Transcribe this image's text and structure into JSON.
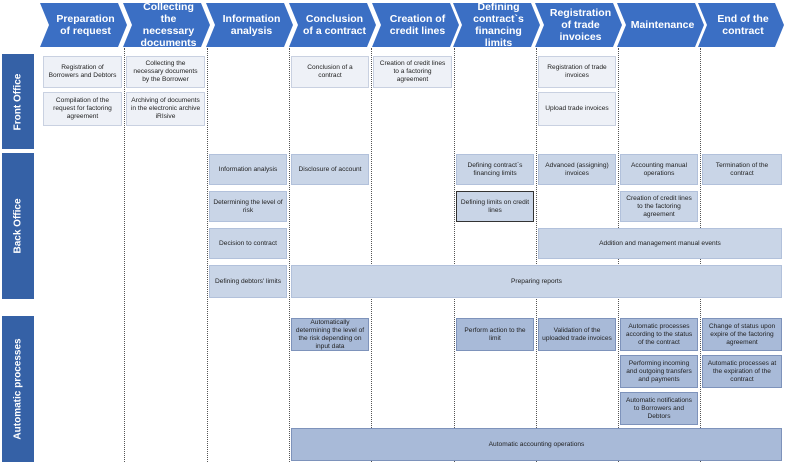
{
  "stages": [
    "Preparation of request",
    "Collecting the necessary documents",
    "Information analysis",
    "Conclusion of a contract",
    "Creation of credit lines",
    "Defining contract`s financing limits",
    "Registration of trade invoices",
    "Maintenance",
    "End of the contract"
  ],
  "lanes": [
    "Front Office",
    "Back Office",
    "Automatic processes"
  ],
  "front_office": {
    "registration_borrowers": "Registration of Borrowers and Debtors",
    "compilation_request": "Compilation of the request for factoring agreement",
    "collecting_documents": "Collecting the necessary documents by the Borrower",
    "archiving_documents": "Archiving of documents in the electronic archive iRIsive",
    "conclusion_contract": "Conclusion of a contract",
    "creation_credit_lines": "Creation of credit lines to a factoring agreement",
    "registration_trade": "Registration of trade invoices",
    "upload_trade": "Upload trade invoices"
  },
  "back_office": {
    "information_analysis": "Information analysis",
    "determining_risk": "Determining the level of risk",
    "decision_contract": "Decision to contract",
    "defining_debtors_limits": "Defining debtors' limits",
    "disclosure_account": "Disclosure of account",
    "defining_financing_limits": "Defining contract`s financing limits",
    "defining_limits_credit_lines": "Defining limits on credit lines",
    "advanced_invoices": "Advanced (assigning) invoices",
    "accounting_manual": "Accounting manual operations",
    "creation_credit_lines_agreement": "Creation of credit lines to the factoring agreement",
    "termination_contract": "Termination of the contract",
    "addition_management": "Addition and management manual events",
    "preparing_reports": "Preparing reports"
  },
  "automatic": {
    "auto_risk": "Automatically determining the level of the risk depending on input data",
    "perform_action_limit": "Perform action to the limit",
    "validation_invoices": "Validation of the uploaded trade invoices",
    "auto_processes_status": "Automatic processes according to the status of the contract",
    "performing_transfers": "Performing incoming and outgoing transfers and payments",
    "auto_notifications": "Automatic notifications to Borrowers and Debtors",
    "change_status": "Change of status upon expire of the factoring agreement",
    "auto_expiration": "Automatic processes at the expiration of the contract",
    "auto_accounting": "Automatic accounting operations"
  },
  "colors": {
    "chevron": "#3b6fc4",
    "lane": "#3561a6",
    "light_box": "#eef1f7",
    "medium_box": "#c9d5e7",
    "dark_box": "#a8bad8"
  }
}
